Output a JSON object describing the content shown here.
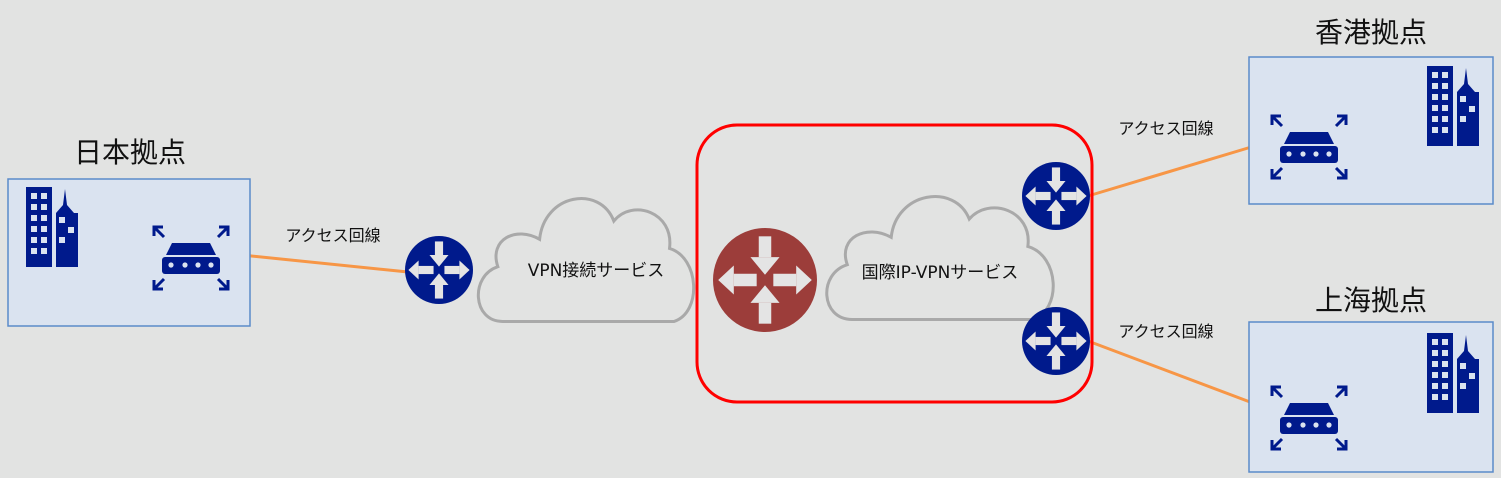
{
  "sites": {
    "japan": {
      "title": "日本拠点"
    },
    "hongkong": {
      "title": "香港拠点"
    },
    "shanghai": {
      "title": "上海拠点"
    }
  },
  "links": {
    "japan_access": "アクセス回線",
    "hongkong_access": "アクセス回線",
    "shanghai_access": "アクセス回線"
  },
  "clouds": {
    "vpn_connect": "VPN接続サービス",
    "intl_ipvpn": "国際IP-VPNサービス"
  },
  "colors": {
    "background": "#e2e3e2",
    "site_fill": "#dae3f0",
    "site_border": "#5b8bc9",
    "device_blue": "#001a8c",
    "router_red": "#9c3d3a",
    "highlight": "#ff0000",
    "access_line": "#f79646",
    "cloud_stroke": "#a9a9a9"
  }
}
